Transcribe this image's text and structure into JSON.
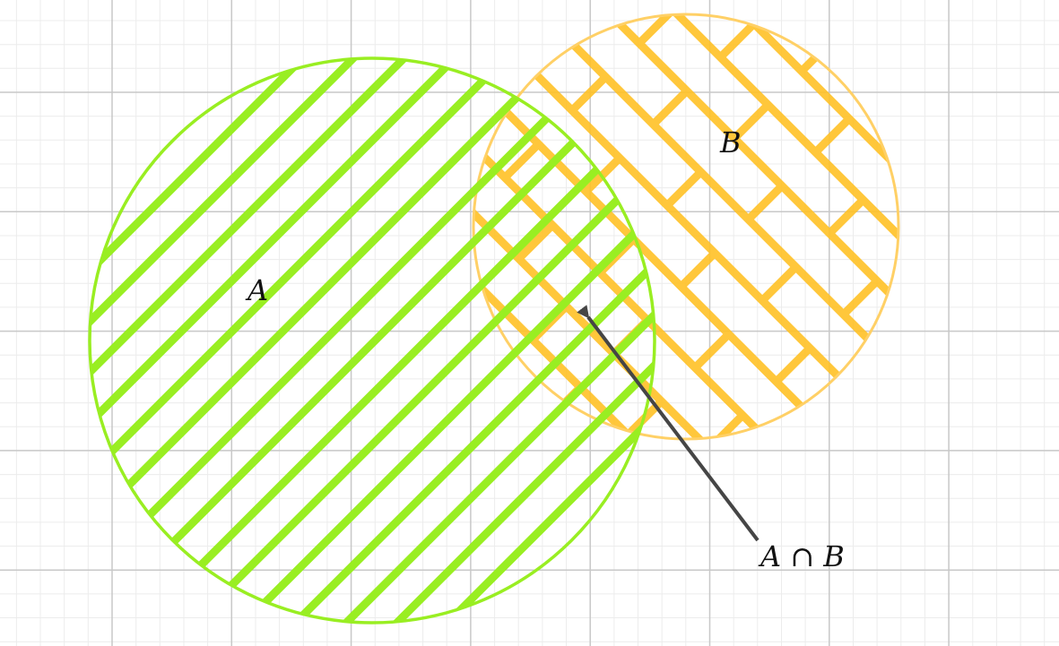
{
  "diagram": {
    "type": "venn",
    "sets": [
      {
        "id": "A",
        "label": "A",
        "color": "#99ee22",
        "pattern": "diagonal-hatch"
      },
      {
        "id": "B",
        "label": "B",
        "color": "#ffc125",
        "pattern": "brick"
      }
    ],
    "intersection": {
      "label": "A ∩ B"
    },
    "grid": true,
    "colors": {
      "background": "#ffffff",
      "grid_major": "#c8c8c8",
      "grid_minor": "#ececec",
      "arrow": "#454545",
      "text": "#111111"
    }
  }
}
